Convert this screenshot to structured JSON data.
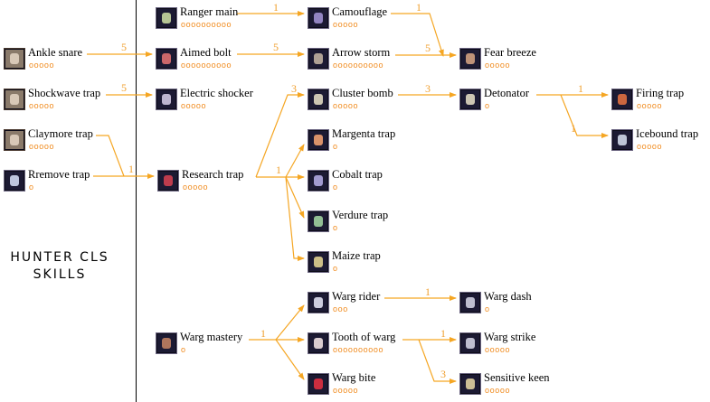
{
  "title": {
    "line1": "HUNTER CLS",
    "line2": "SKILLS"
  },
  "colors": {
    "line": "#f5a623",
    "dots": "#f08a1c"
  },
  "nodes": [
    {
      "id": "ranger-main",
      "name": "Ranger main",
      "max_level": 10,
      "icon": "ranger-main-icon",
      "tint": "#c8d8a0"
    },
    {
      "id": "camouflage",
      "name": "Camouflage",
      "max_level": 5,
      "icon": "camouflage-icon",
      "tint": "#a090d0"
    },
    {
      "id": "ankle-snare",
      "name": "Ankle snare",
      "max_level": 5,
      "icon": "stop-trap-icon",
      "tint": "#e0d0c0",
      "light": true
    },
    {
      "id": "aimed-bolt",
      "name": "Aimed bolt",
      "max_level": 10,
      "icon": "aimed-bolt-icon",
      "tint": "#e07070"
    },
    {
      "id": "arrow-storm",
      "name": "Arrow storm",
      "max_level": 10,
      "icon": "arrow-storm-icon",
      "tint": "#c0b0a0"
    },
    {
      "id": "fear-breeze",
      "name": "Fear breeze",
      "max_level": 5,
      "icon": "fear-breeze-icon",
      "tint": "#d0a080"
    },
    {
      "id": "shockwave-trap",
      "name": "Shockwave trap",
      "max_level": 5,
      "icon": "shockwave-trap-icon",
      "tint": "#e0d0c0",
      "light": true
    },
    {
      "id": "electric-shocker",
      "name": "Electric shocker",
      "max_level": 5,
      "icon": "electric-shocker-icon",
      "tint": "#d0c8e0"
    },
    {
      "id": "cluster-bomb",
      "name": "Cluster bomb",
      "max_level": 5,
      "icon": "cluster-bomb-icon",
      "tint": "#e0d8c0"
    },
    {
      "id": "detonator",
      "name": "Detonator",
      "max_level": 1,
      "icon": "detonator-icon",
      "tint": "#e0d8c0"
    },
    {
      "id": "firing-trap",
      "name": "Firing trap",
      "max_level": 5,
      "icon": "firing-trap-icon",
      "tint": "#e07040"
    },
    {
      "id": "claymore-trap",
      "name": "Claymore trap",
      "max_level": 5,
      "icon": "claymore-trap-icon",
      "tint": "#e0d0c0",
      "light": true
    },
    {
      "id": "margenta-trap",
      "name": "Margenta trap",
      "max_level": 1,
      "icon": "margenta-trap-icon",
      "tint": "#f0a070"
    },
    {
      "id": "icebound-trap",
      "name": "Icebound trap",
      "max_level": 5,
      "icon": "icebound-trap-icon",
      "tint": "#d0d8e8"
    },
    {
      "id": "rremove-trap",
      "name": "Rremove trap",
      "max_level": 1,
      "icon": "remove-trap-icon",
      "tint": "#d0d8f0"
    },
    {
      "id": "research-trap",
      "name": "Research trap",
      "max_level": 5,
      "icon": "research-trap-icon",
      "tint": "#d04050"
    },
    {
      "id": "cobalt-trap",
      "name": "Cobalt trap",
      "max_level": 1,
      "icon": "cobalt-trap-icon",
      "tint": "#b0a8e0"
    },
    {
      "id": "verdure-trap",
      "name": "Verdure trap",
      "max_level": 1,
      "icon": "verdure-trap-icon",
      "tint": "#a0d0a0"
    },
    {
      "id": "maize-trap",
      "name": "Maize trap",
      "max_level": 1,
      "icon": "maize-trap-icon",
      "tint": "#e0d090"
    },
    {
      "id": "warg-rider",
      "name": "Warg rider",
      "max_level": 3,
      "icon": "warg-rider-icon",
      "tint": "#e0e0f0"
    },
    {
      "id": "warg-dash",
      "name": "Warg dash",
      "max_level": 1,
      "icon": "warg-dash-icon",
      "tint": "#d0d0e0"
    },
    {
      "id": "warg-mastery",
      "name": "Warg mastery",
      "max_level": 1,
      "icon": "warg-mastery-icon",
      "tint": "#c08060"
    },
    {
      "id": "tooth-of-warg",
      "name": "Tooth of warg",
      "max_level": 10,
      "icon": "tooth-of-warg-icon",
      "tint": "#f0e0e0"
    },
    {
      "id": "warg-strike",
      "name": "Warg strike",
      "max_level": 5,
      "icon": "warg-strike-icon",
      "tint": "#d0d0e0"
    },
    {
      "id": "warg-bite",
      "name": "Warg bite",
      "max_level": 5,
      "icon": "warg-bite-icon",
      "tint": "#e03040"
    },
    {
      "id": "sensitive-keen",
      "name": "Sensitive keen",
      "max_level": 5,
      "icon": "sensitive-keen-icon",
      "tint": "#e0d0a0"
    }
  ],
  "edges": [
    {
      "from": "ranger-main",
      "to": "camouflage",
      "level": "1"
    },
    {
      "from": "camouflage",
      "to": "fear-breeze",
      "level": "1"
    },
    {
      "from": "ankle-snare",
      "to": "aimed-bolt",
      "level": "5"
    },
    {
      "from": "aimed-bolt",
      "to": "arrow-storm",
      "level": "5"
    },
    {
      "from": "arrow-storm",
      "to": "fear-breeze",
      "level": "5"
    },
    {
      "from": "shockwave-trap",
      "to": "electric-shocker",
      "level": "5"
    },
    {
      "from": "research-trap",
      "to": "cluster-bomb",
      "level": "3"
    },
    {
      "from": "cluster-bomb",
      "to": "detonator",
      "level": "3"
    },
    {
      "from": "detonator",
      "to": "firing-trap",
      "level": "1"
    },
    {
      "from": "detonator",
      "to": "icebound-trap",
      "level": "1"
    },
    {
      "from": "claymore-trap,rremove-trap",
      "to": "research-trap",
      "level": "1"
    },
    {
      "from": "research-trap",
      "to": "margenta-trap,cobalt-trap,verdure-trap,maize-trap",
      "level": "1"
    },
    {
      "from": "warg-mastery",
      "to": "warg-rider,tooth-of-warg,warg-bite",
      "level": "1"
    },
    {
      "from": "warg-rider",
      "to": "warg-dash",
      "level": "1"
    },
    {
      "from": "tooth-of-warg",
      "to": "warg-strike",
      "level": "1"
    },
    {
      "from": "tooth-of-warg",
      "to": "sensitive-keen",
      "level": "3"
    }
  ]
}
